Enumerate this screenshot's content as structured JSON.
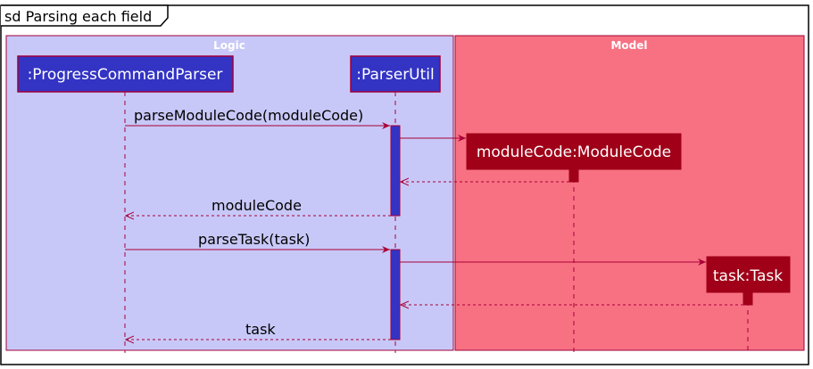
{
  "frame": {
    "title": "sd Parsing each field"
  },
  "groups": [
    {
      "id": "logic",
      "label": "Logic",
      "fill": "#C8C8F8",
      "stroke": "#A0003A"
    },
    {
      "id": "model",
      "label": "Model",
      "fill": "#F87183",
      "stroke": "#A0003A"
    }
  ],
  "participants": [
    {
      "id": "parser",
      "label": ":ProgressCommandParser",
      "fill": "#3333C4",
      "stroke": "#A0003A",
      "text_color": "#ffffff"
    },
    {
      "id": "util",
      "label": ":ParserUtil",
      "fill": "#3333C4",
      "stroke": "#A0003A",
      "text_color": "#ffffff"
    },
    {
      "id": "modulecode",
      "label": "moduleCode:ModuleCode",
      "fill": "#A00018",
      "stroke": "#A00018",
      "text_color": "#ffffff"
    },
    {
      "id": "task",
      "label": "task:Task",
      "fill": "#A00018",
      "stroke": "#A00018",
      "text_color": "#ffffff"
    }
  ],
  "messages": [
    {
      "id": "m1",
      "from": "parser",
      "to": "util",
      "label": "parseModuleCode(moduleCode)",
      "style": "solid"
    },
    {
      "id": "m2",
      "from": "util",
      "to": "modulecode",
      "label": "",
      "style": "solid"
    },
    {
      "id": "m3",
      "from": "modulecode",
      "to": "util",
      "label": "",
      "style": "dashed"
    },
    {
      "id": "m4",
      "from": "util",
      "to": "parser",
      "label": "moduleCode",
      "style": "dashed"
    },
    {
      "id": "m5",
      "from": "parser",
      "to": "util",
      "label": "parseTask(task)",
      "style": "solid"
    },
    {
      "id": "m6",
      "from": "util",
      "to": "task",
      "label": "",
      "style": "solid"
    },
    {
      "id": "m7",
      "from": "task",
      "to": "util",
      "label": "",
      "style": "dashed"
    },
    {
      "id": "m8",
      "from": "util",
      "to": "parser",
      "label": "task",
      "style": "dashed"
    }
  ],
  "colors": {
    "line": "#A80036",
    "activation": "#3333C4",
    "frame": "#000000"
  }
}
